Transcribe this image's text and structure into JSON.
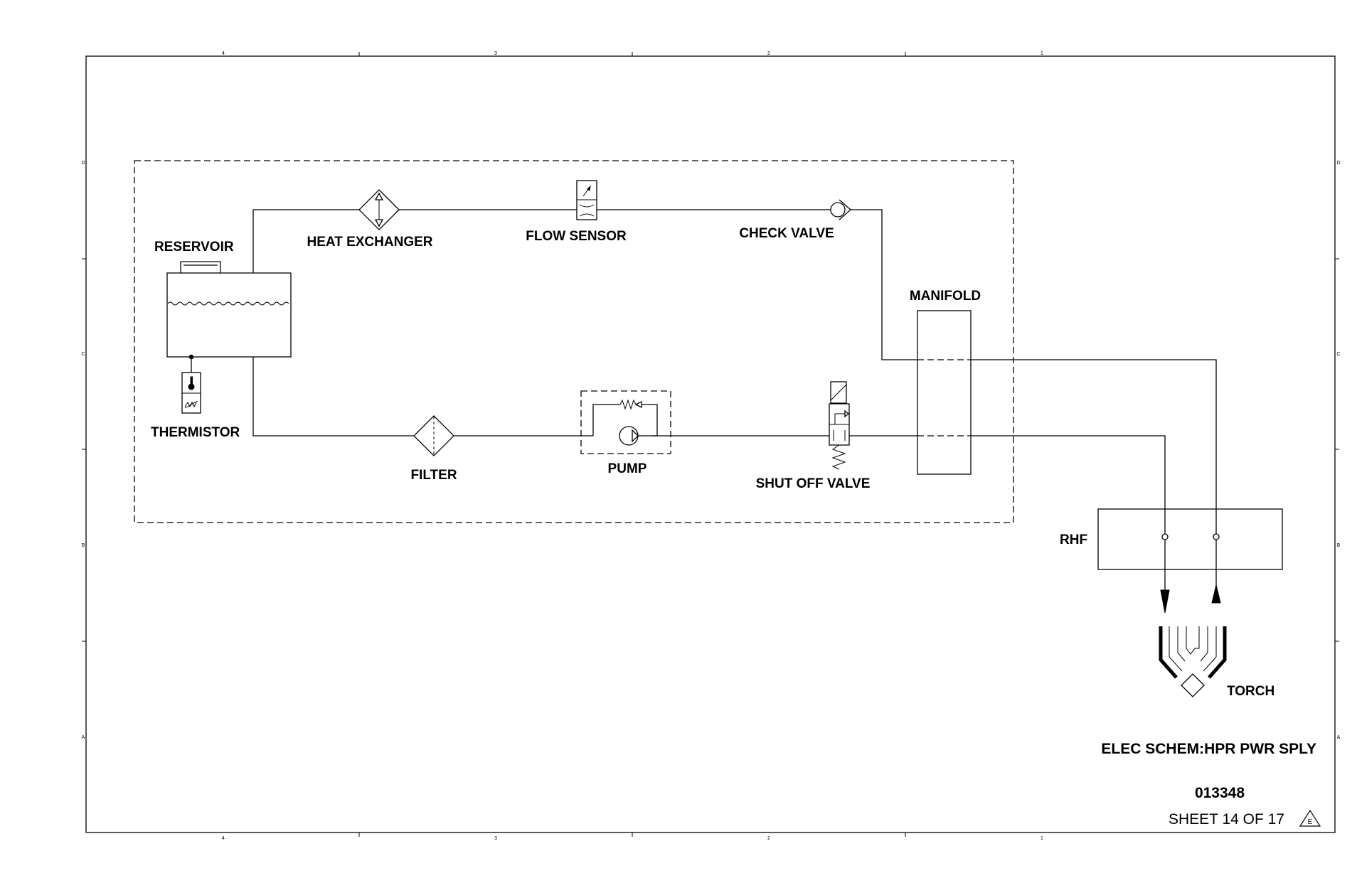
{
  "labels": {
    "reservoir": "RESERVOIR",
    "heat_exchanger": "HEAT EXCHANGER",
    "flow_sensor": "FLOW SENSOR",
    "check_valve": "CHECK VALVE",
    "manifold": "MANIFOLD",
    "thermistor": "THERMISTOR",
    "filter": "FILTER",
    "pump": "PUMP",
    "shut_off_valve": "SHUT OFF VALVE",
    "rhf": "RHF",
    "torch": "TORCH"
  },
  "title_block": {
    "title": "ELEC SCHEM:HPR PWR SPLY",
    "drawing_number": "013348",
    "sheet": "SHEET 14 OF 17",
    "revision": "E"
  },
  "zones": {
    "columns": [
      "4",
      "3",
      "2",
      "1"
    ],
    "rows": [
      "D",
      "C",
      "B",
      "A"
    ]
  }
}
